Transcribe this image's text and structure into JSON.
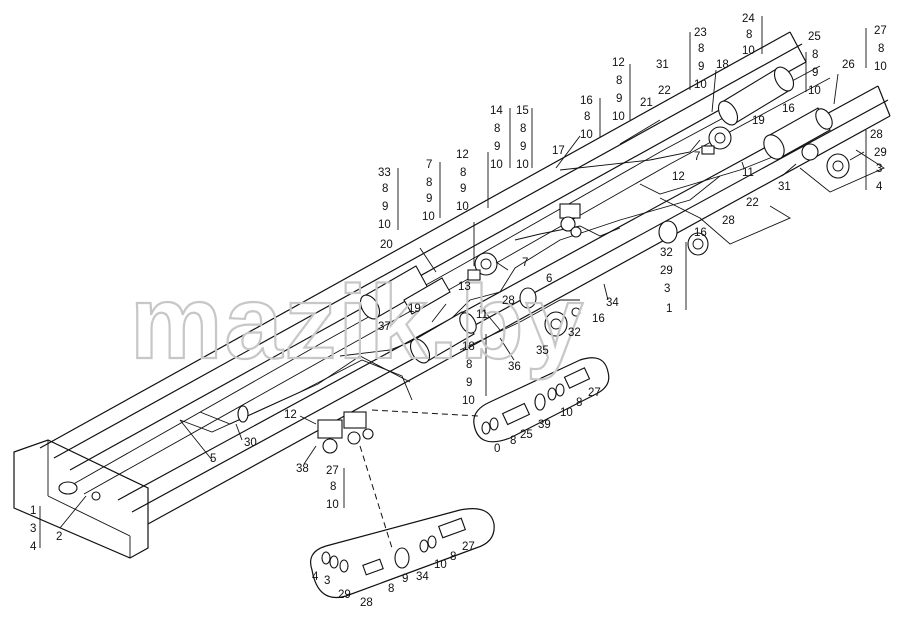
{
  "watermark": "mazik.by",
  "colors": {
    "ink": "#111111",
    "background": "#ffffff",
    "watermark_outline": "#c7c7c7"
  },
  "callouts": [
    {
      "id": "c24",
      "text": "24"
    },
    {
      "id": "c8a",
      "text": "8"
    },
    {
      "id": "c10a",
      "text": "10"
    },
    {
      "id": "c23",
      "text": "23"
    },
    {
      "id": "c8b",
      "text": "8"
    },
    {
      "id": "c9b",
      "text": "9"
    },
    {
      "id": "c10b",
      "text": "10"
    },
    {
      "id": "c25",
      "text": "25"
    },
    {
      "id": "c8c",
      "text": "8"
    },
    {
      "id": "c9c",
      "text": "9"
    },
    {
      "id": "c10c",
      "text": "10"
    },
    {
      "id": "c27a",
      "text": "27"
    },
    {
      "id": "c8d",
      "text": "8"
    },
    {
      "id": "c10d",
      "text": "10"
    },
    {
      "id": "c26",
      "text": "26"
    },
    {
      "id": "c18",
      "text": "18"
    },
    {
      "id": "c31a",
      "text": "31"
    },
    {
      "id": "c12a",
      "text": "12"
    },
    {
      "id": "c8e",
      "text": "8"
    },
    {
      "id": "c9e",
      "text": "9"
    },
    {
      "id": "c10e",
      "text": "10"
    },
    {
      "id": "c22a",
      "text": "22"
    },
    {
      "id": "c21",
      "text": "21"
    },
    {
      "id": "c16a",
      "text": "16"
    },
    {
      "id": "c19a",
      "text": "19"
    },
    {
      "id": "c28a",
      "text": "28"
    },
    {
      "id": "c29a",
      "text": "29"
    },
    {
      "id": "c3a",
      "text": "3"
    },
    {
      "id": "c4a",
      "text": "4"
    },
    {
      "id": "c7a",
      "text": "7"
    },
    {
      "id": "c12b",
      "text": "12"
    },
    {
      "id": "c11a",
      "text": "11"
    },
    {
      "id": "c31b",
      "text": "31"
    },
    {
      "id": "c16b",
      "text": "16"
    },
    {
      "id": "c8f",
      "text": "8"
    },
    {
      "id": "c10f",
      "text": "10"
    },
    {
      "id": "c14",
      "text": "14"
    },
    {
      "id": "c8g",
      "text": "8"
    },
    {
      "id": "c9g",
      "text": "9"
    },
    {
      "id": "c10g",
      "text": "10"
    },
    {
      "id": "c15",
      "text": "15"
    },
    {
      "id": "c8h",
      "text": "8"
    },
    {
      "id": "c9h",
      "text": "9"
    },
    {
      "id": "c10h",
      "text": "10"
    },
    {
      "id": "c17",
      "text": "17"
    },
    {
      "id": "c12c",
      "text": "12"
    },
    {
      "id": "c8i",
      "text": "8"
    },
    {
      "id": "c9i",
      "text": "9"
    },
    {
      "id": "c10i",
      "text": "10"
    },
    {
      "id": "c7b",
      "text": "7"
    },
    {
      "id": "c8j",
      "text": "8"
    },
    {
      "id": "c9j",
      "text": "9"
    },
    {
      "id": "c10j",
      "text": "10"
    },
    {
      "id": "c33",
      "text": "33"
    },
    {
      "id": "c8k",
      "text": "8"
    },
    {
      "id": "c9k",
      "text": "9"
    },
    {
      "id": "c10k",
      "text": "10"
    },
    {
      "id": "c20",
      "text": "20"
    },
    {
      "id": "c13",
      "text": "13"
    },
    {
      "id": "c19b",
      "text": "19"
    },
    {
      "id": "c37",
      "text": "37"
    },
    {
      "id": "c7c",
      "text": "7"
    },
    {
      "id": "c6",
      "text": "6"
    },
    {
      "id": "c28b",
      "text": "28"
    },
    {
      "id": "c11b",
      "text": "11"
    },
    {
      "id": "c34a",
      "text": "34"
    },
    {
      "id": "c22b",
      "text": "22"
    },
    {
      "id": "c28c",
      "text": "28"
    },
    {
      "id": "c16c",
      "text": "16"
    },
    {
      "id": "c32a",
      "text": "32"
    },
    {
      "id": "c29b",
      "text": "29"
    },
    {
      "id": "c3b",
      "text": "3"
    },
    {
      "id": "c1a",
      "text": "1"
    },
    {
      "id": "c16d",
      "text": "16"
    },
    {
      "id": "c32b",
      "text": "32"
    },
    {
      "id": "c35",
      "text": "35"
    },
    {
      "id": "c36",
      "text": "36"
    },
    {
      "id": "c18b",
      "text": "18"
    },
    {
      "id": "c8l",
      "text": "8"
    },
    {
      "id": "c9l",
      "text": "9"
    },
    {
      "id": "c10l",
      "text": "10"
    },
    {
      "id": "c12d",
      "text": "12"
    },
    {
      "id": "c30",
      "text": "30"
    },
    {
      "id": "c5",
      "text": "5"
    },
    {
      "id": "c38",
      "text": "38"
    },
    {
      "id": "c27b",
      "text": "27"
    },
    {
      "id": "c8m",
      "text": "8"
    },
    {
      "id": "c10m",
      "text": "10"
    },
    {
      "id": "c1b",
      "text": "1"
    },
    {
      "id": "c3c",
      "text": "3"
    },
    {
      "id": "c4b",
      "text": "4"
    },
    {
      "id": "c2",
      "text": "2"
    },
    {
      "id": "c0",
      "text": "0"
    },
    {
      "id": "c8n",
      "text": "8"
    },
    {
      "id": "c25b",
      "text": "25"
    },
    {
      "id": "c39",
      "text": "39"
    },
    {
      "id": "c10n",
      "text": "10"
    },
    {
      "id": "c8o",
      "text": "8"
    },
    {
      "id": "c27c",
      "text": "27"
    },
    {
      "id": "c4c",
      "text": "4"
    },
    {
      "id": "c3d",
      "text": "3"
    },
    {
      "id": "c29c",
      "text": "29"
    },
    {
      "id": "c28d",
      "text": "28"
    },
    {
      "id": "c8p",
      "text": "8"
    },
    {
      "id": "c9p",
      "text": "9"
    },
    {
      "id": "c34b",
      "text": "34"
    },
    {
      "id": "c10p",
      "text": "10"
    },
    {
      "id": "c8q",
      "text": "8"
    },
    {
      "id": "c27d",
      "text": "27"
    }
  ]
}
